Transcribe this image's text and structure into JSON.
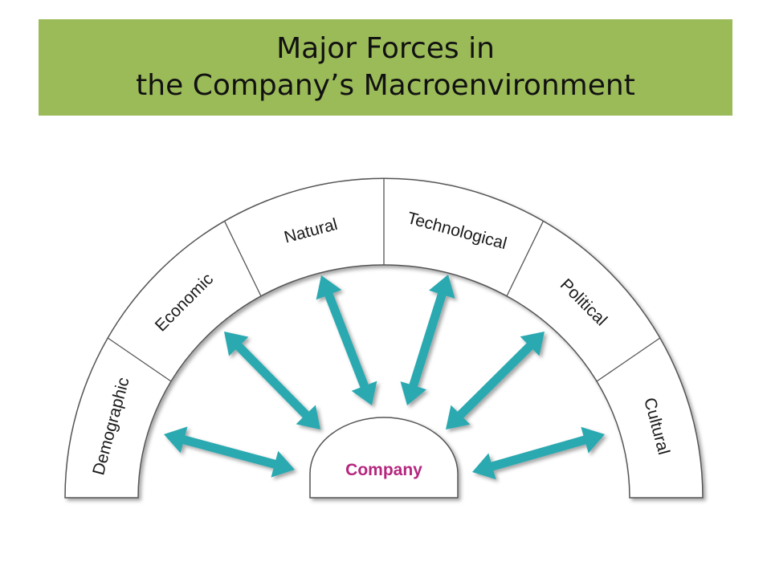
{
  "title": {
    "line1": "Major Forces in",
    "line2": "the Company’s Macroenvironment"
  },
  "diagram": {
    "center_label": "Company",
    "forces": [
      "Demographic",
      "Economic",
      "Natural",
      "Technological",
      "Political",
      "Cultural"
    ]
  },
  "colors": {
    "banner": "#9bbb59",
    "arrow": "#2aa9b0",
    "company_text": "#b5267e",
    "outline": "#555555"
  }
}
